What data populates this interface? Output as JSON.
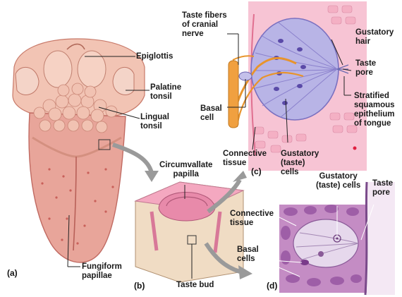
{
  "panels": {
    "a": "(a)",
    "b": "(b)",
    "c": "(c)",
    "d": "(d)"
  },
  "labels": {
    "epiglottis": "Epiglottis",
    "palatine_tonsil": [
      "Palatine",
      "tonsil"
    ],
    "lingual_tonsil": [
      "Lingual",
      "tonsil"
    ],
    "fungiform_papillae": [
      "Fungiform",
      "papillae"
    ],
    "circumvallate_papilla": [
      "Circumvallate",
      "papilla"
    ],
    "taste_bud": "Taste bud",
    "taste_fibers": [
      "Taste fibers",
      "of cranial",
      "nerve"
    ],
    "basal_cell": [
      "Basal",
      "cell"
    ],
    "connective_tissue_c": [
      "Connective",
      "tissue"
    ],
    "gustatory_cells_c": [
      "Gustatory",
      "(taste)",
      "cells"
    ],
    "gustatory_hair": [
      "Gustatory",
      "hair"
    ],
    "taste_pore_c": [
      "Taste",
      "pore"
    ],
    "stratified_epithelium": [
      "Stratified",
      "squamous",
      "epithelium",
      "of tongue"
    ],
    "gustatory_cells_d": [
      "Gustatory",
      "(taste) cells"
    ],
    "taste_pore_d": [
      "Taste",
      "pore"
    ],
    "connective_tissue_d": [
      "Connective",
      "tissue"
    ],
    "basal_cells_d": [
      "Basal",
      "cells"
    ]
  },
  "colors": {
    "tongue": "#e8a59a",
    "tongue_dark": "#c86a62",
    "throat": "#f2c4b4",
    "bud": "#b8b4e6",
    "nerve": "#e8942c",
    "epithelium": "#f0a8c0",
    "histology": "#b070b0",
    "arrow": "#9a9a9a"
  }
}
